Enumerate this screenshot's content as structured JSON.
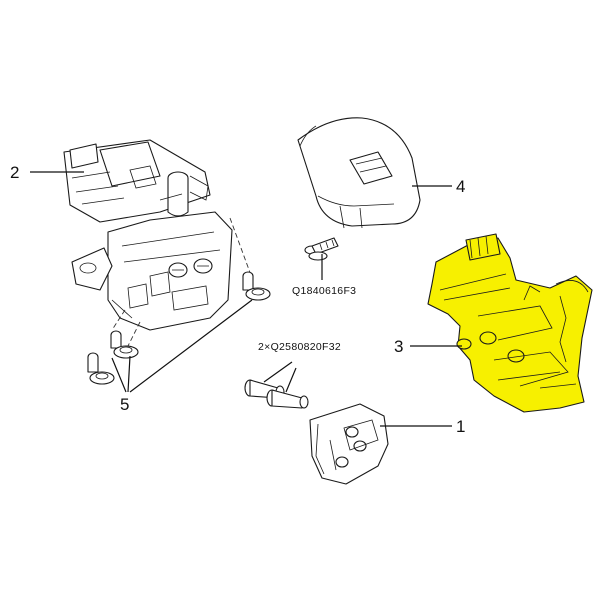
{
  "callouts": {
    "c1": "1",
    "c2": "2",
    "c3": "3",
    "c4": "4",
    "c5": "5"
  },
  "part_codes": {
    "bolt_single": "Q1840616F3",
    "bolt_pair": "2×Q2580820F32"
  },
  "colors": {
    "highlight": "#f7f000",
    "line": "#111111",
    "part_fill": "#ffffff",
    "background": "#ffffff"
  }
}
